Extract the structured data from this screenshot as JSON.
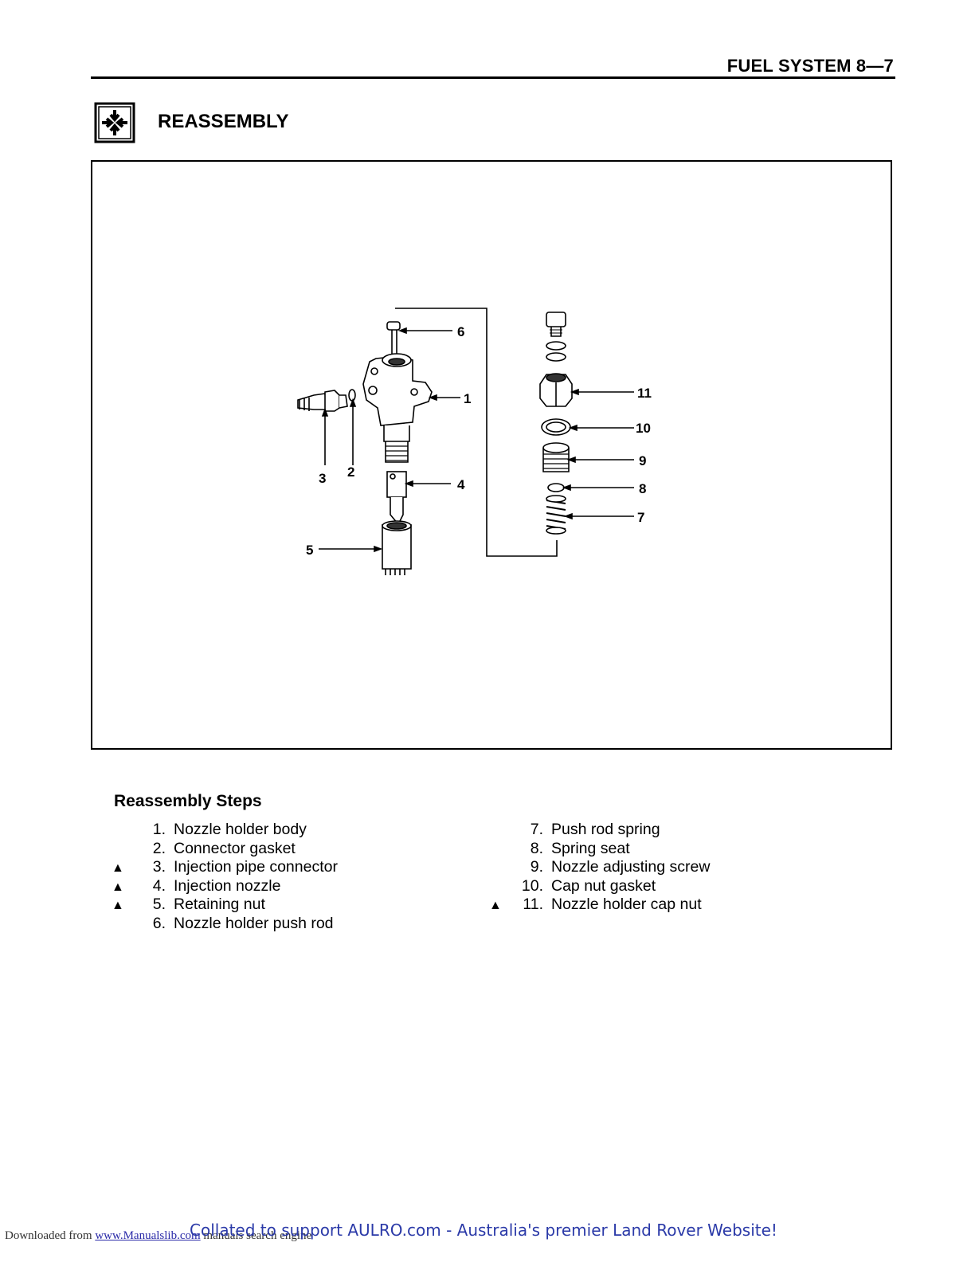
{
  "header": {
    "title": "FUEL SYSTEM 8—7"
  },
  "section": {
    "title": "REASSEMBLY",
    "icon": "reassembly-icon"
  },
  "figure": {
    "callouts": [
      "1",
      "2",
      "3",
      "4",
      "5",
      "6",
      "7",
      "8",
      "9",
      "10",
      "11"
    ]
  },
  "steps": {
    "heading": "Reassembly Steps",
    "mark_symbol": "▲",
    "left": [
      {
        "marked": false,
        "num": "1.",
        "label": "Nozzle holder body"
      },
      {
        "marked": false,
        "num": "2.",
        "label": "Connector gasket"
      },
      {
        "marked": true,
        "num": "3.",
        "label": "Injection pipe connector"
      },
      {
        "marked": true,
        "num": "4.",
        "label": "Injection nozzle"
      },
      {
        "marked": true,
        "num": "5.",
        "label": "Retaining nut"
      },
      {
        "marked": false,
        "num": "6.",
        "label": "Nozzle holder push rod"
      }
    ],
    "right": [
      {
        "marked": false,
        "num": "7.",
        "label": "Push rod spring"
      },
      {
        "marked": false,
        "num": "8.",
        "label": "Spring seat"
      },
      {
        "marked": false,
        "num": "9.",
        "label": "Nozzle adjusting screw"
      },
      {
        "marked": false,
        "num": "10.",
        "label": "Cap nut gasket"
      },
      {
        "marked": true,
        "num": "11.",
        "label": "Nozzle holder cap nut"
      }
    ]
  },
  "footer": {
    "downloaded_prefix": "Downloaded from",
    "downloaded_link": "www.Manualslib.com",
    "downloaded_suffix": "manuals search engine",
    "collated": "Collated to support AULRO.com - Australia's premier Land Rover Website!"
  }
}
